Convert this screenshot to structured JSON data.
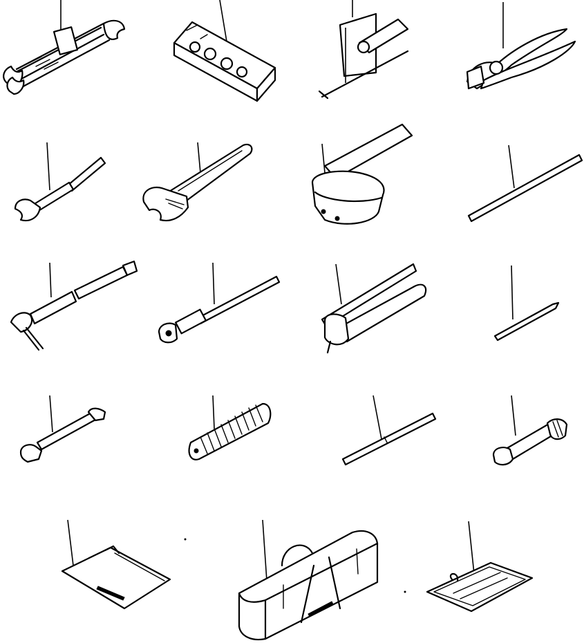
{
  "diagram": {
    "type": "parts-illustration",
    "items": [
      {
        "id": "wrench-set",
        "icon": "combination-wrench-set"
      },
      {
        "id": "socket-set",
        "icon": "socket-set-case"
      },
      {
        "id": "screwdriver",
        "icon": "screwdriver-with-card"
      },
      {
        "id": "pliers",
        "icon": "pliers"
      },
      {
        "id": "spanner-bar",
        "icon": "open-end-spanner-with-bar"
      },
      {
        "id": "adjustable-wrench",
        "icon": "adjustable-wrench"
      },
      {
        "id": "filter-wrench",
        "icon": "filter-band-wrench"
      },
      {
        "id": "rod",
        "icon": "plain-rod"
      },
      {
        "id": "grease-pump",
        "icon": "grease-pump-assembly"
      },
      {
        "id": "box-wrench-handle",
        "icon": "socket-handle"
      },
      {
        "id": "grease-gun",
        "icon": "grease-gun"
      },
      {
        "id": "pin",
        "icon": "pointed-pin"
      },
      {
        "id": "nozzle-extension",
        "icon": "grease-nozzle-extension"
      },
      {
        "id": "bellows-hose",
        "icon": "corrugated-hose"
      },
      {
        "id": "extension-bar",
        "icon": "two-piece-bar"
      },
      {
        "id": "adapter-fitting",
        "icon": "threaded-adapter"
      },
      {
        "id": "manual",
        "icon": "operation-manual"
      },
      {
        "id": "tool-bag",
        "icon": "tool-bag"
      },
      {
        "id": "tag-plate",
        "icon": "tag-plate"
      }
    ]
  }
}
